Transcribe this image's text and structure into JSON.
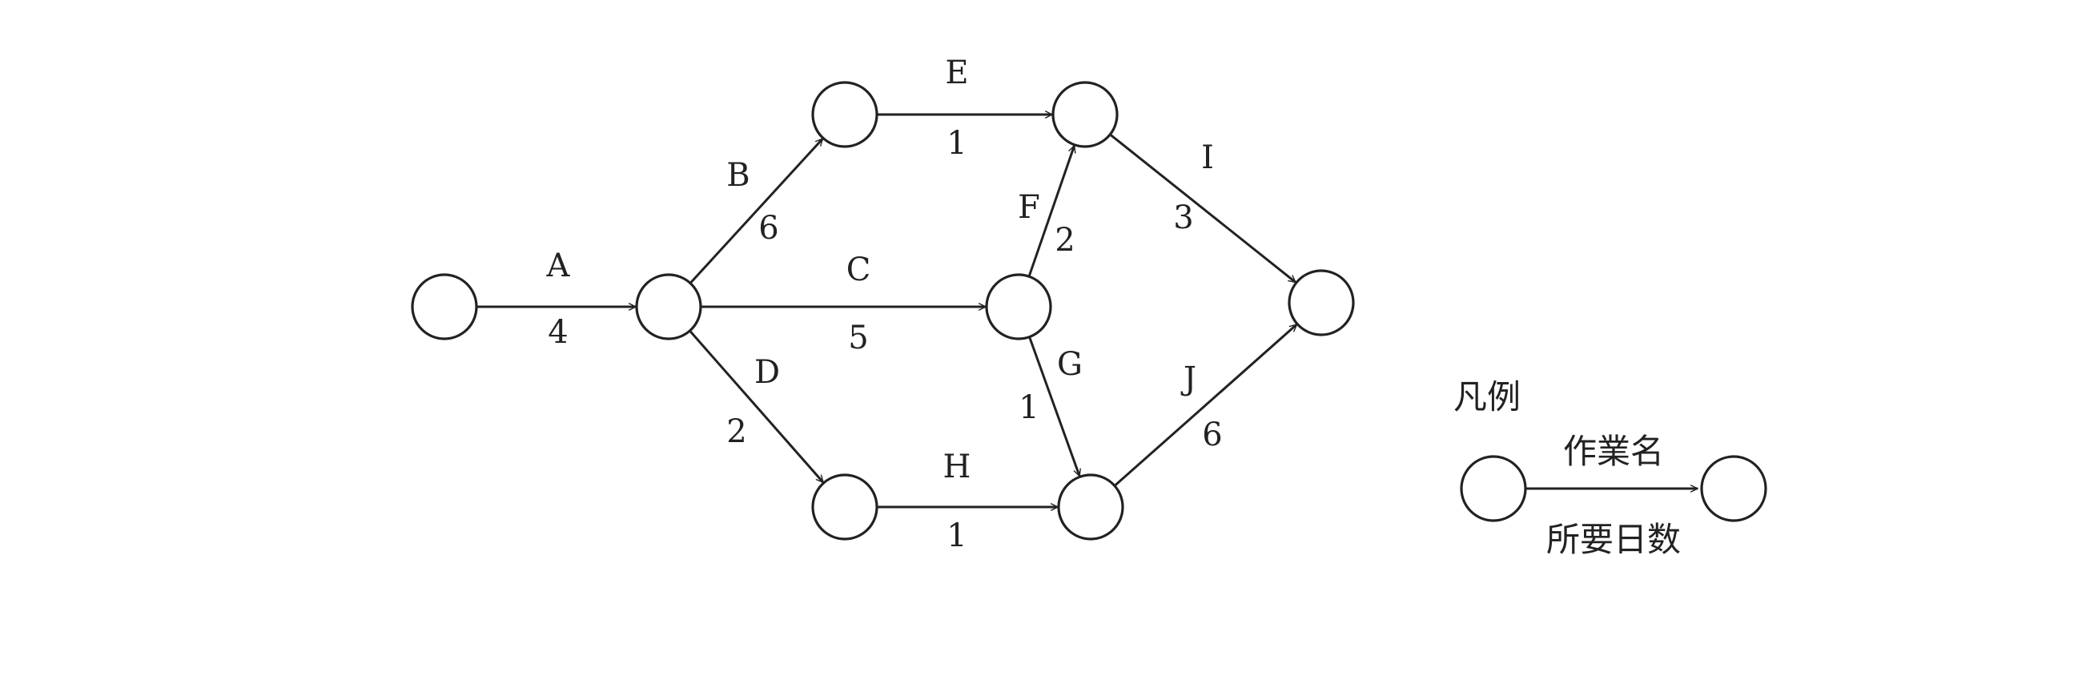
{
  "diagram": {
    "activities": [
      {
        "id": "A",
        "from": "n1",
        "to": "n2",
        "name": "A",
        "days": "4"
      },
      {
        "id": "B",
        "from": "n2",
        "to": "n3",
        "name": "B",
        "days": "6"
      },
      {
        "id": "C",
        "from": "n2",
        "to": "n5",
        "name": "C",
        "days": "5"
      },
      {
        "id": "D",
        "from": "n2",
        "to": "n6",
        "name": "D",
        "days": "2"
      },
      {
        "id": "E",
        "from": "n3",
        "to": "n4",
        "name": "E",
        "days": "1"
      },
      {
        "id": "F",
        "from": "n5",
        "to": "n4",
        "name": "F",
        "days": "2"
      },
      {
        "id": "G",
        "from": "n5",
        "to": "n7",
        "name": "G",
        "days": "1"
      },
      {
        "id": "H",
        "from": "n6",
        "to": "n7",
        "name": "H",
        "days": "1"
      },
      {
        "id": "I",
        "from": "n4",
        "to": "n8",
        "name": "I",
        "days": "3"
      },
      {
        "id": "J",
        "from": "n7",
        "to": "n8",
        "name": "J",
        "days": "6"
      }
    ]
  },
  "legend": {
    "title": "凡例",
    "activity_name": "作業名",
    "required_days": "所要日数"
  },
  "colors": {
    "line": "#222222",
    "background": "#ffffff"
  }
}
